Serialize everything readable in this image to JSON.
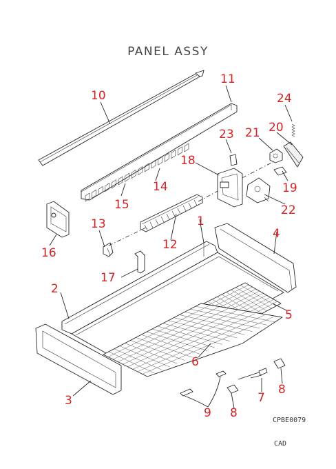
{
  "title": "PANEL ASSY",
  "drawing_code": "CPBE0079",
  "footer_label": "CAD",
  "callouts": {
    "p1": "1",
    "p2": "2",
    "p3": "3",
    "p4": "4",
    "p5": "5",
    "p6": "6",
    "p7": "7",
    "p8a": "8",
    "p8b": "8",
    "p9": "9",
    "p10": "10",
    "p11": "11",
    "p12": "12",
    "p13": "13",
    "p14": "14",
    "p15": "15",
    "p16": "16",
    "p17": "17",
    "p18": "18",
    "p19": "19",
    "p20": "20",
    "p21": "21",
    "p22": "22",
    "p23": "23",
    "p24": "24"
  },
  "colors": {
    "callout": "#d42222",
    "line": "#222222",
    "background": "#ffffff"
  }
}
